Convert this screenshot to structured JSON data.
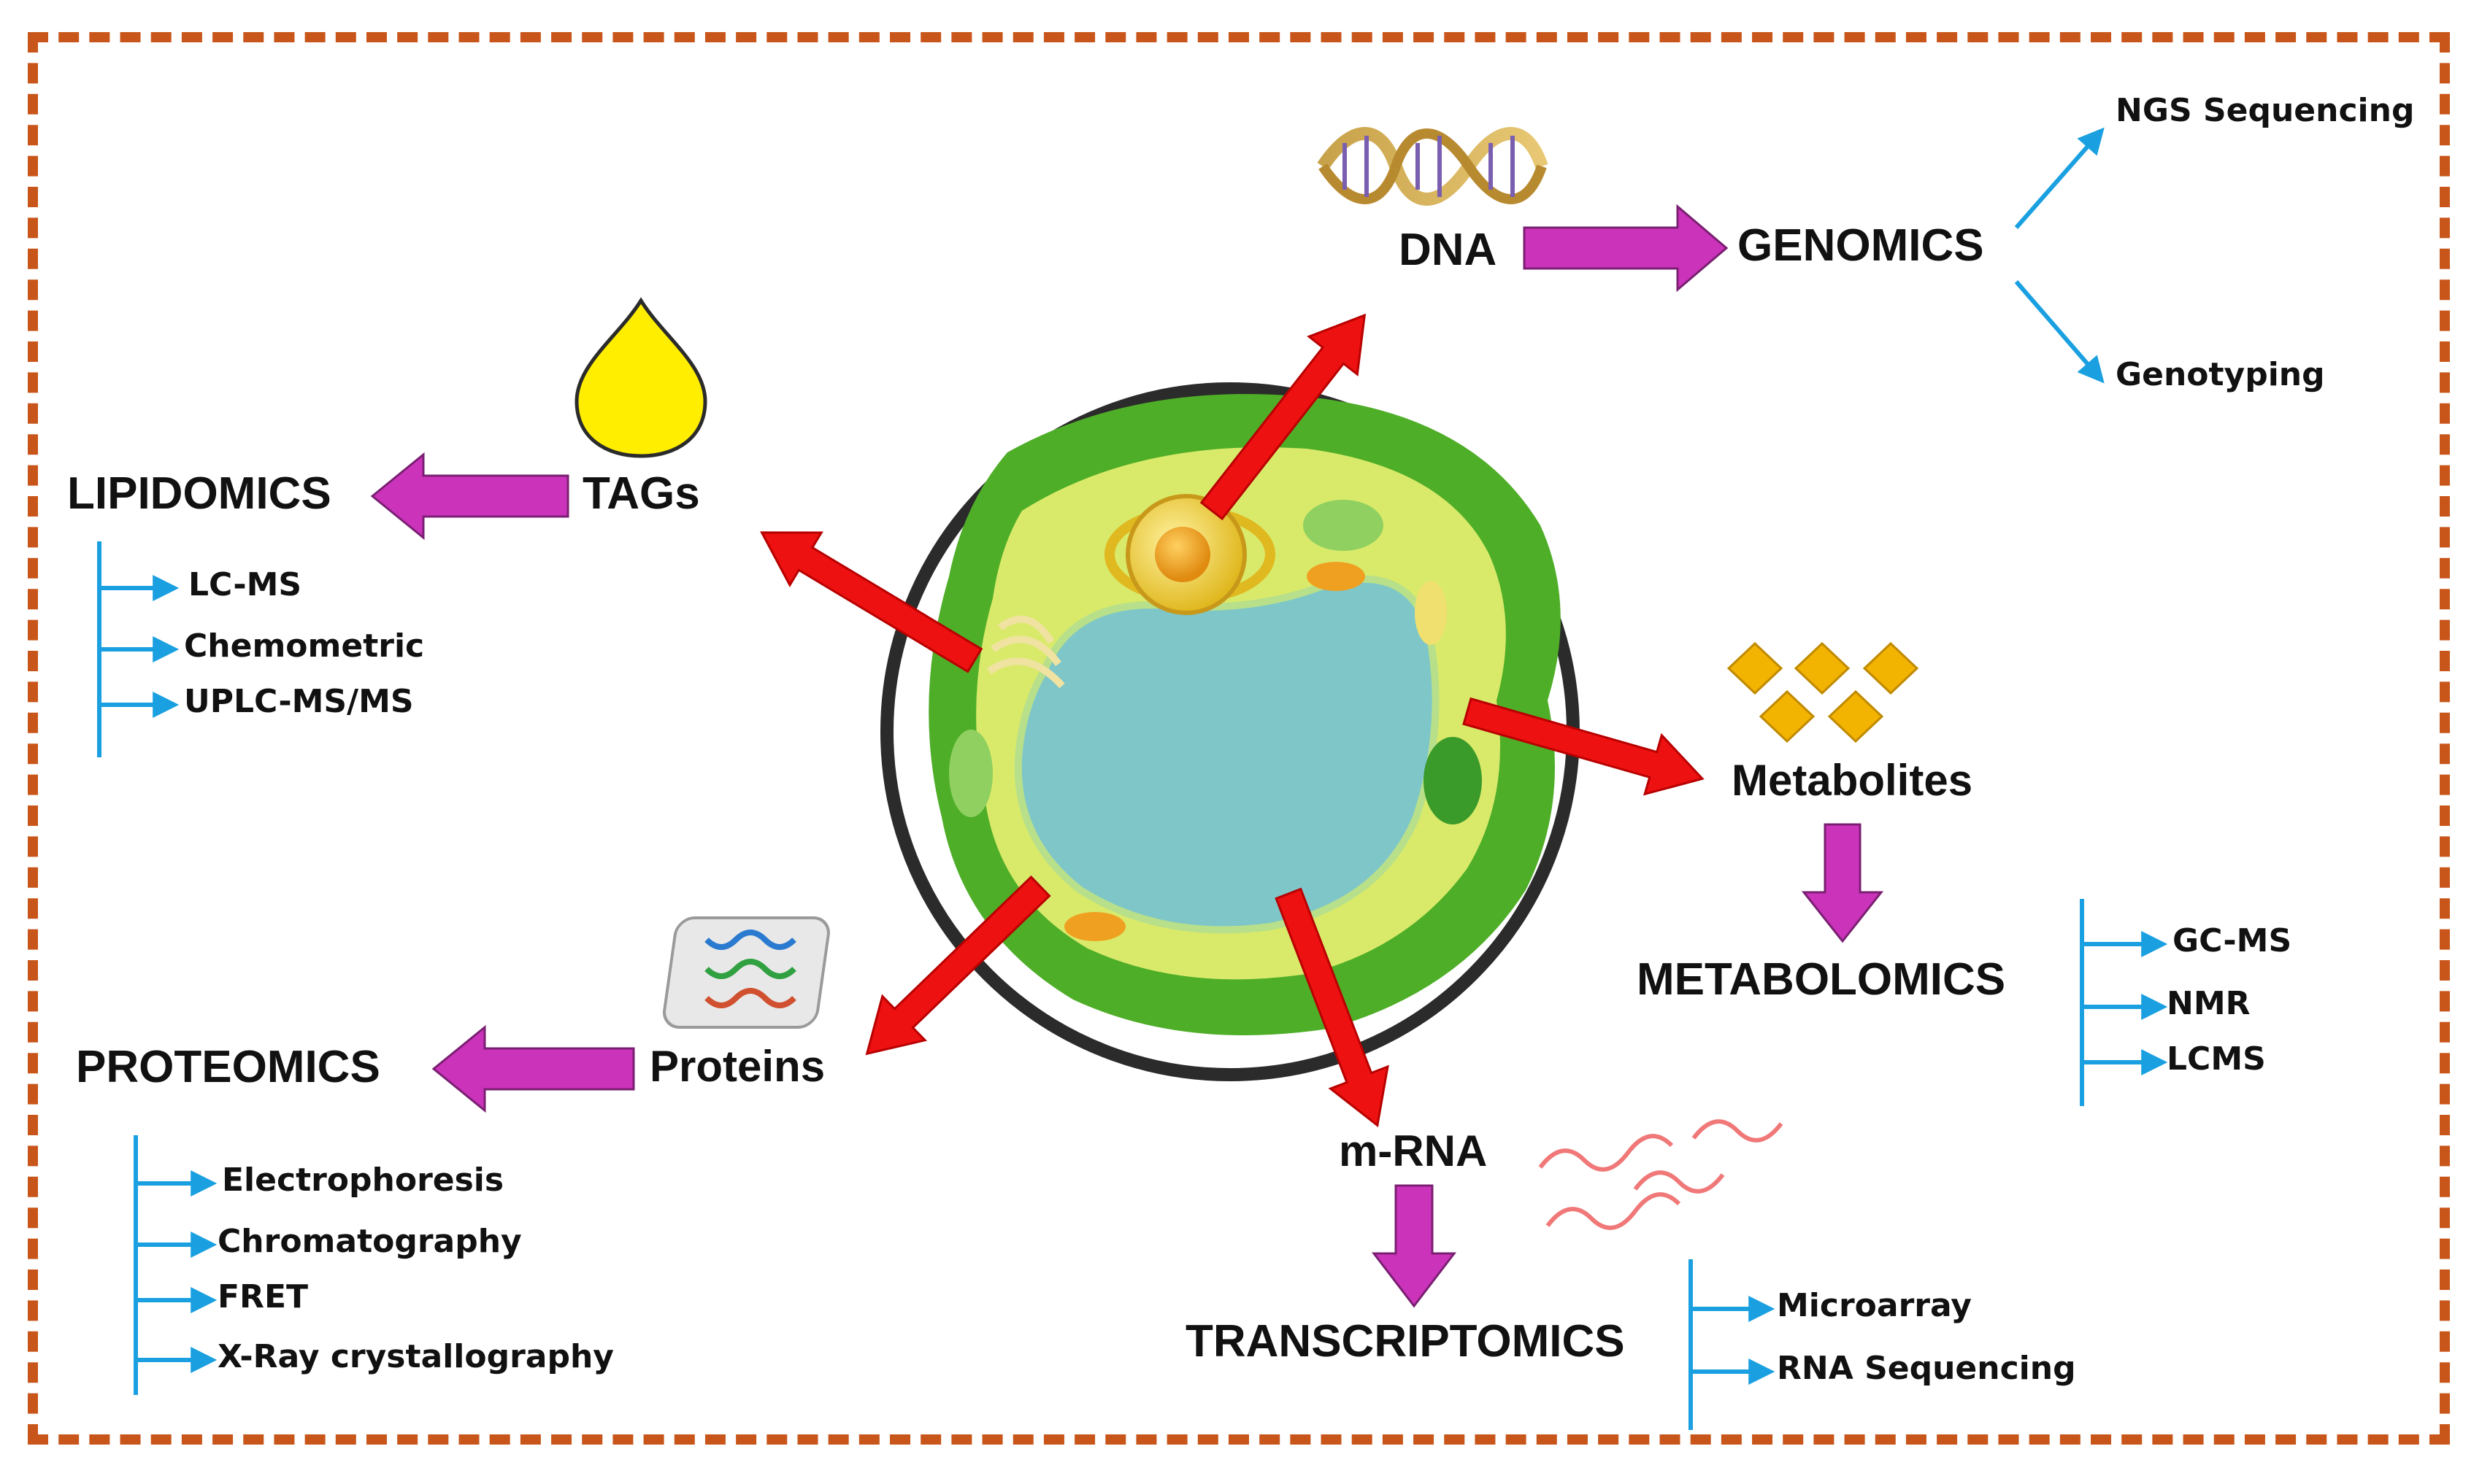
{
  "nodes": {
    "dna": "DNA",
    "genomics": "GENOMICS",
    "tags": "TAGs",
    "lipidomics": "LIPIDOMICS",
    "metabolites": "Metabolites",
    "metabolomics": "METABOLOMICS",
    "proteins": "Proteins",
    "proteomics": "PROTEOMICS",
    "mrna": "m-RNA",
    "transcriptomics": "TRANSCRIPTOMICS"
  },
  "methods": {
    "genomics": [
      "NGS Sequencing",
      "Genotyping"
    ],
    "lipidomics": [
      "LC-MS",
      "Chemometric",
      "UPLC-MS/MS"
    ],
    "metabolomics": [
      "GC-MS",
      "NMR",
      "LCMS"
    ],
    "proteomics": [
      "Electrophoresis",
      "Chromatography",
      "FRET",
      "X-Ray crystallography"
    ],
    "transcriptomics": [
      "Microarray",
      "RNA Sequencing"
    ]
  },
  "colors": {
    "frame": "#c8561b",
    "red_arrow": "#ee1111",
    "magenta_arrow": "#cc33bb",
    "blue_line": "#1aa0e0",
    "metabolite_diamond": "#f2b400",
    "lipid_drop": "#ffee00"
  }
}
